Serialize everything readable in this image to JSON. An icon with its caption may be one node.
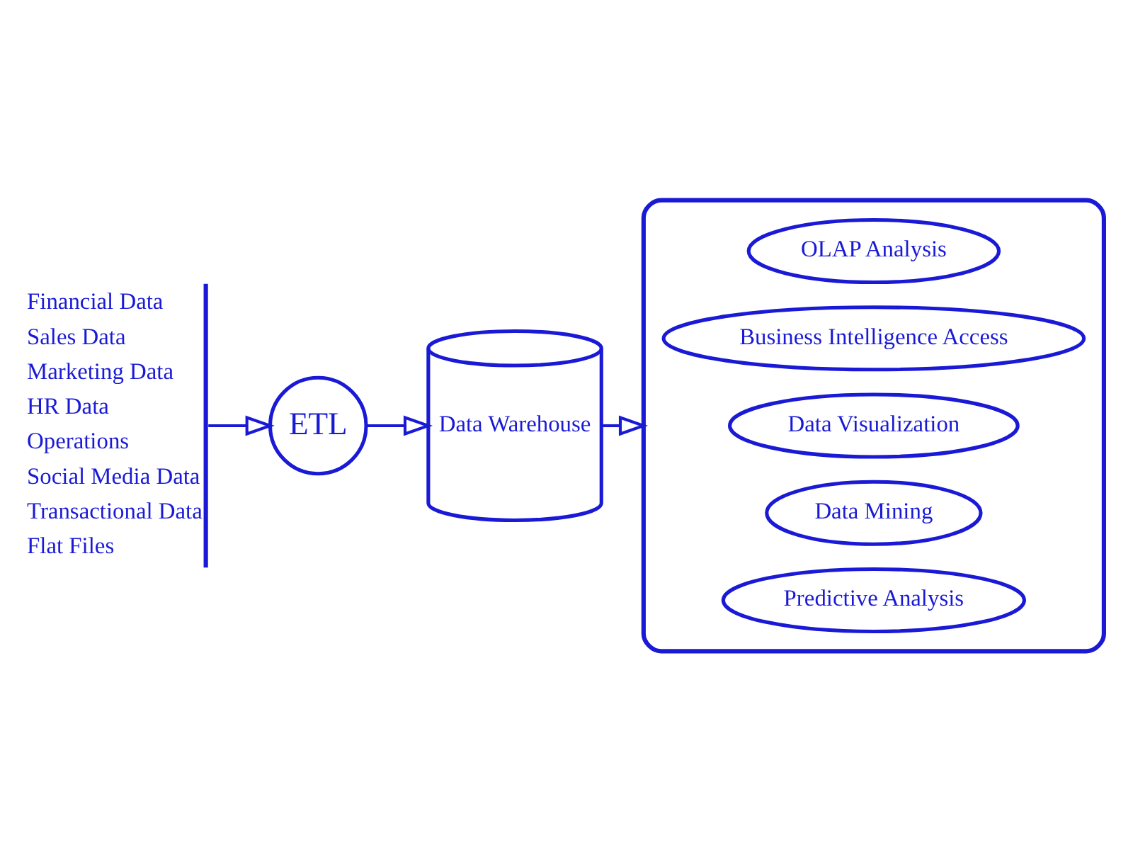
{
  "diagram": {
    "nodes": [
      {
        "text": [
          "Financial Data",
          "Sales Data",
          "Marketing Data",
          "HR Data",
          "Operations",
          "Social Media Data",
          "Transactional Data",
          "Flat Files"
        ]
      },
      {
        "text": [
          "ETL"
        ]
      },
      {
        "text": [
          "Data Warehouse"
        ]
      },
      {
        "text": [],
        "shape": "bracket"
      },
      {
        "text": [
          "OLAP Analysis"
        ],
        "in": 3
      },
      {
        "text": [
          "Business Intelligence Access"
        ],
        "in": 3
      },
      {
        "text": [
          "Data Visualization"
        ],
        "in": 3
      },
      {
        "text": [
          "Data Mining"
        ],
        "in": 3
      },
      {
        "text": [
          "Predictive Analysis"
        ],
        "in": 3
      }
    ],
    "edges": [
      {
        "from": 0,
        "to": 1,
        "arrow": "to"
      },
      {
        "from": 1,
        "to": 2,
        "arrow": "to"
      },
      {
        "from": 2,
        "to": 3,
        "arrow": "to"
      }
    ]
  }
}
